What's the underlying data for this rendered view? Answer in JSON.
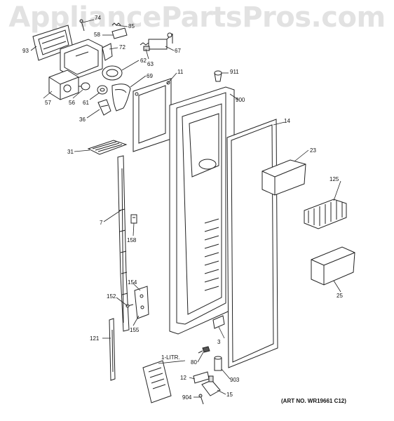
{
  "watermark": "AppliancePartsPros.com",
  "art_number": "(ART NO. WR19661 C12)",
  "callouts": {
    "c74": "74",
    "c85": "85",
    "c58": "58",
    "c93": "93",
    "c72": "72",
    "c67": "67",
    "c62": "62",
    "c63": "63",
    "c69": "69",
    "c57": "57",
    "c56": "56",
    "c61": "61",
    "c36": "36",
    "c11": "11",
    "c911": "911",
    "c900": "900",
    "c14": "14",
    "c23": "23",
    "c31": "31",
    "c125": "125",
    "c7": "7",
    "c158": "158",
    "c154": "154",
    "c152": "152",
    "c155": "155",
    "c25": "25",
    "c121": "121",
    "c3": "3",
    "c1litr": "1-LITR.",
    "c80": "80",
    "c12": "12",
    "c903": "903",
    "c904": "904",
    "c15": "15"
  }
}
